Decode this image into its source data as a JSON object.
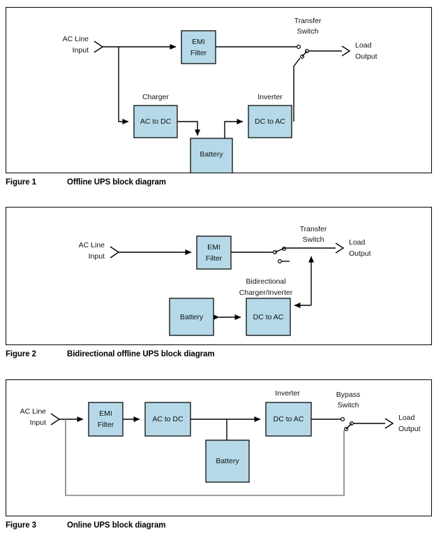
{
  "document": {
    "title": "UPS block diagrams",
    "colors": {
      "block_fill": "#b5d9e8",
      "block_stroke": "#1a1a1a",
      "wire": "#000000",
      "bypass_wire": "#808080",
      "frame": "#000000",
      "text": "#111111"
    }
  },
  "figures": [
    {
      "id": "figure-1",
      "caption_label": "Figure 1",
      "caption_text": "Offline UPS block diagram",
      "diagram_type": "block-diagram",
      "labels": {
        "input_line1": "AC Line",
        "input_line2": "Input",
        "output_line1": "Load",
        "output_line2": "Output",
        "switch_line1": "Transfer",
        "switch_line2": "Switch",
        "charger": "Charger",
        "inverter": "Inverter"
      },
      "blocks": [
        {
          "name": "emi-filter",
          "line1": "EMI",
          "line2": "Filter"
        },
        {
          "name": "charger",
          "line1": "AC to DC",
          "line2": ""
        },
        {
          "name": "battery",
          "line1": "Battery",
          "line2": ""
        },
        {
          "name": "inverter",
          "line1": "DC to AC",
          "line2": ""
        }
      ]
    },
    {
      "id": "figure-2",
      "caption_label": "Figure 2",
      "caption_text": "Bidirectional offline UPS block diagram",
      "diagram_type": "block-diagram",
      "labels": {
        "input_line1": "AC Line",
        "input_line2": "Input",
        "output_line1": "Load",
        "output_line2": "Output",
        "switch_line1": "Transfer",
        "switch_line2": "Switch",
        "converter_line1": "Bidirectional",
        "converter_line2": "Charger/Inverter"
      },
      "blocks": [
        {
          "name": "emi-filter",
          "line1": "EMI",
          "line2": "Filter"
        },
        {
          "name": "battery",
          "line1": "Battery",
          "line2": ""
        },
        {
          "name": "bidirectional-converter",
          "line1": "DC to AC",
          "line2": ""
        }
      ]
    },
    {
      "id": "figure-3",
      "caption_label": "Figure 3",
      "caption_text": "Online UPS block diagram",
      "diagram_type": "block-diagram",
      "labels": {
        "input_line1": "AC Line",
        "input_line2": "Input",
        "output_line1": "Load",
        "output_line2": "Output",
        "switch_line1": "Bypass",
        "switch_line2": "Switch",
        "inverter": "Inverter"
      },
      "blocks": [
        {
          "name": "emi-filter",
          "line1": "EMI",
          "line2": "Filter"
        },
        {
          "name": "rectifier",
          "line1": "AC to DC",
          "line2": ""
        },
        {
          "name": "battery",
          "line1": "Battery",
          "line2": ""
        },
        {
          "name": "inverter",
          "line1": "DC to AC",
          "line2": ""
        }
      ]
    }
  ]
}
